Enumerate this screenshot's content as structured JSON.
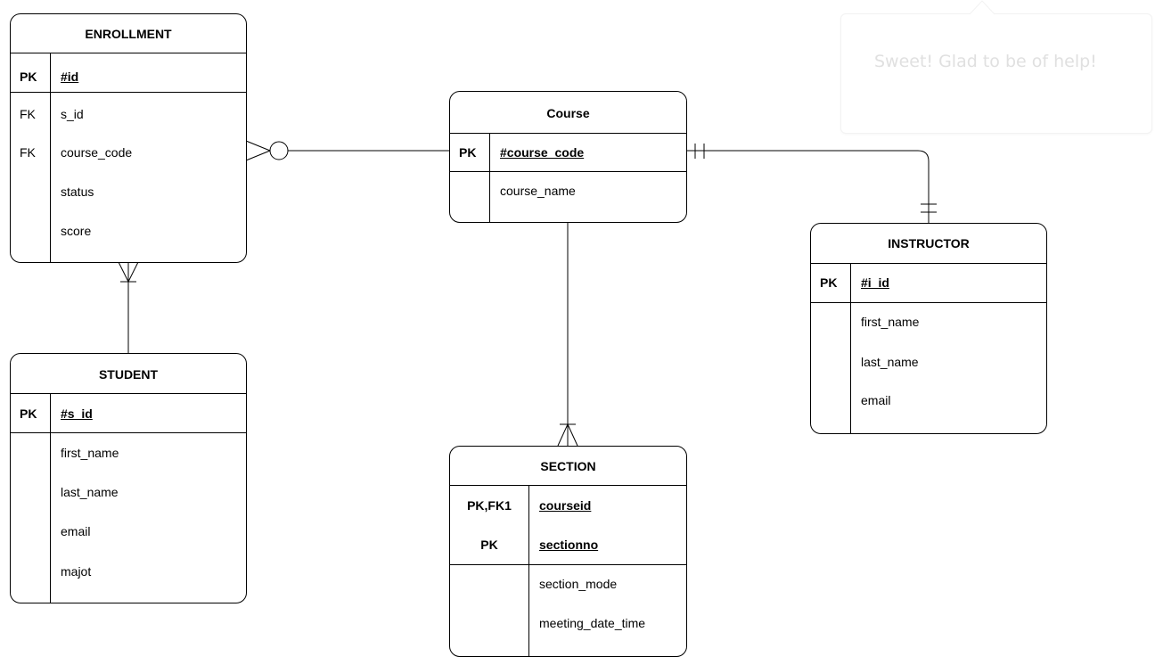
{
  "entities": {
    "enrollment": {
      "title": "ENROLLMENT",
      "pk": {
        "key": "PK",
        "name": "#id"
      },
      "rows": [
        {
          "key": "FK",
          "name": "s_id"
        },
        {
          "key": "FK",
          "name": "course_code"
        },
        {
          "key": "",
          "name": "status"
        },
        {
          "key": "",
          "name": "score"
        }
      ]
    },
    "course": {
      "title": "Course",
      "pk": {
        "key": "PK",
        "name": "#course_code"
      },
      "rows": [
        {
          "key": "",
          "name": "course_name"
        }
      ]
    },
    "instructor": {
      "title": "INSTRUCTOR",
      "pk": {
        "key": "PK",
        "name": "#i_id"
      },
      "rows": [
        {
          "key": "",
          "name": "first_name"
        },
        {
          "key": "",
          "name": "last_name"
        },
        {
          "key": "",
          "name": "email"
        }
      ]
    },
    "student": {
      "title": "STUDENT",
      "pk": {
        "key": "PK",
        "name": "#s_id"
      },
      "rows": [
        {
          "key": "",
          "name": "first_name"
        },
        {
          "key": "",
          "name": "last_name"
        },
        {
          "key": "",
          "name": "email"
        },
        {
          "key": "",
          "name": "majot"
        }
      ]
    },
    "section": {
      "title": "SECTION",
      "pks": [
        {
          "key": "PK,FK1",
          "name": "courseid"
        },
        {
          "key": "PK",
          "name": "sectionno"
        }
      ],
      "rows": [
        {
          "key": "",
          "name": "section_mode"
        },
        {
          "key": "",
          "name": "meeting_date_time"
        }
      ]
    }
  },
  "relationships": [
    {
      "from": "ENROLLMENT",
      "to": "Course",
      "from_end": "zero-or-many",
      "to_end": "one"
    },
    {
      "from": "Course",
      "to": "INSTRUCTOR",
      "from_end": "one-and-only-one",
      "to_end": "one-and-only-one"
    },
    {
      "from": "ENROLLMENT",
      "to": "STUDENT",
      "from_end": "one-or-many",
      "to_end": "none"
    },
    {
      "from": "Course",
      "to": "SECTION",
      "from_end": "none",
      "to_end": "one-or-many"
    }
  ],
  "tooltip": {
    "text": "Sweet! Glad to be of help!"
  },
  "colors": {
    "line": "#000000",
    "background": "#ffffff",
    "tooltip_text": "#e0e0e0"
  }
}
